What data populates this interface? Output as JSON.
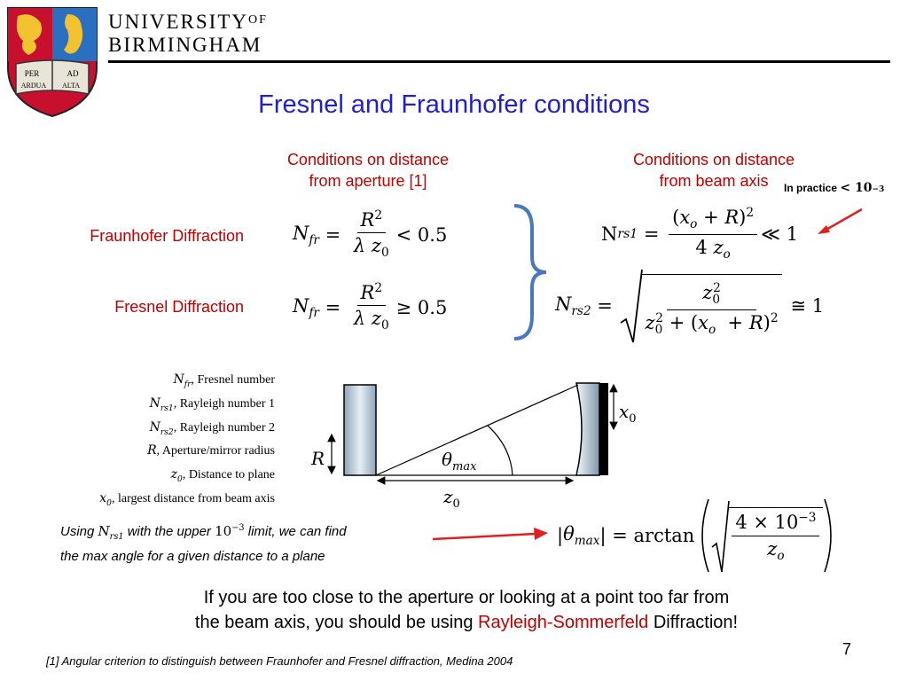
{
  "header": {
    "university_line1": "UNIVERSITY",
    "university_of": "OF",
    "university_line2": "BIRMINGHAM",
    "crest_text": [
      "PER",
      "AD",
      "ARDUA",
      "ALTA"
    ]
  },
  "title": "Fresnel and Fraunhofer conditions",
  "col_aperture": [
    "Conditions on distance",
    "from aperture [1]"
  ],
  "col_beam": [
    "Conditions on distance",
    "from beam axis"
  ],
  "in_practice": "In practice",
  "rows": {
    "fraunhofer_label": "Fraunhofer Diffraction",
    "fresnel_label": "Fresnel Diffraction"
  },
  "eq": {
    "fraunhofer_rel": "< 0.5",
    "fresnel_rel": "≥ 0.5",
    "nrs1_rel": "≪ 1",
    "nrs2_rel": "≅ 1",
    "practice_value": "< 10"
  },
  "legend": [
    {
      "symbol": "N",
      "sub": "fr",
      "text": ", Fresnel number"
    },
    {
      "symbol": "N",
      "sub": "rs1",
      "text": ", Rayleigh number 1"
    },
    {
      "symbol": "N",
      "sub": "rs2",
      "text": ", Rayleigh number 2"
    },
    {
      "symbol": "R",
      "sub": "",
      "text": ", Aperture/mirror radius"
    },
    {
      "symbol": "z",
      "sub": "0",
      "text": ", Distance to plane"
    },
    {
      "symbol": "x",
      "sub": "0",
      "text": ", largest distance from beam axis"
    }
  ],
  "diagram": {
    "label_R": "R",
    "label_theta": "θ",
    "label_theta_sub": "max",
    "label_z": "z",
    "label_z_sub": "0",
    "label_x": "x",
    "label_x_sub": "0"
  },
  "using_note": {
    "part1": "Using ",
    "part2": " with the upper ",
    "part3": " limit, we can find",
    "line2": "the max angle for a given distance to a plane"
  },
  "arctan_label": "arctan",
  "conclusion": {
    "line1": "If you are too close to the aperture or looking at a point too far from",
    "line2_prefix": "the beam axis, you should be using ",
    "highlight": "Rayleigh-Sommerfeld",
    "line2_suffix": " Diffraction!"
  },
  "footnote": "[1] Angular criterion to distinguish between Fraunhofer and Fresnel diffraction, Medina 2004",
  "page_number": "7",
  "colors": {
    "title_blue": "#1f1fd0",
    "label_red": "#c00000",
    "brace_blue": "#4a78c0",
    "arrow_red": "#e02020"
  }
}
